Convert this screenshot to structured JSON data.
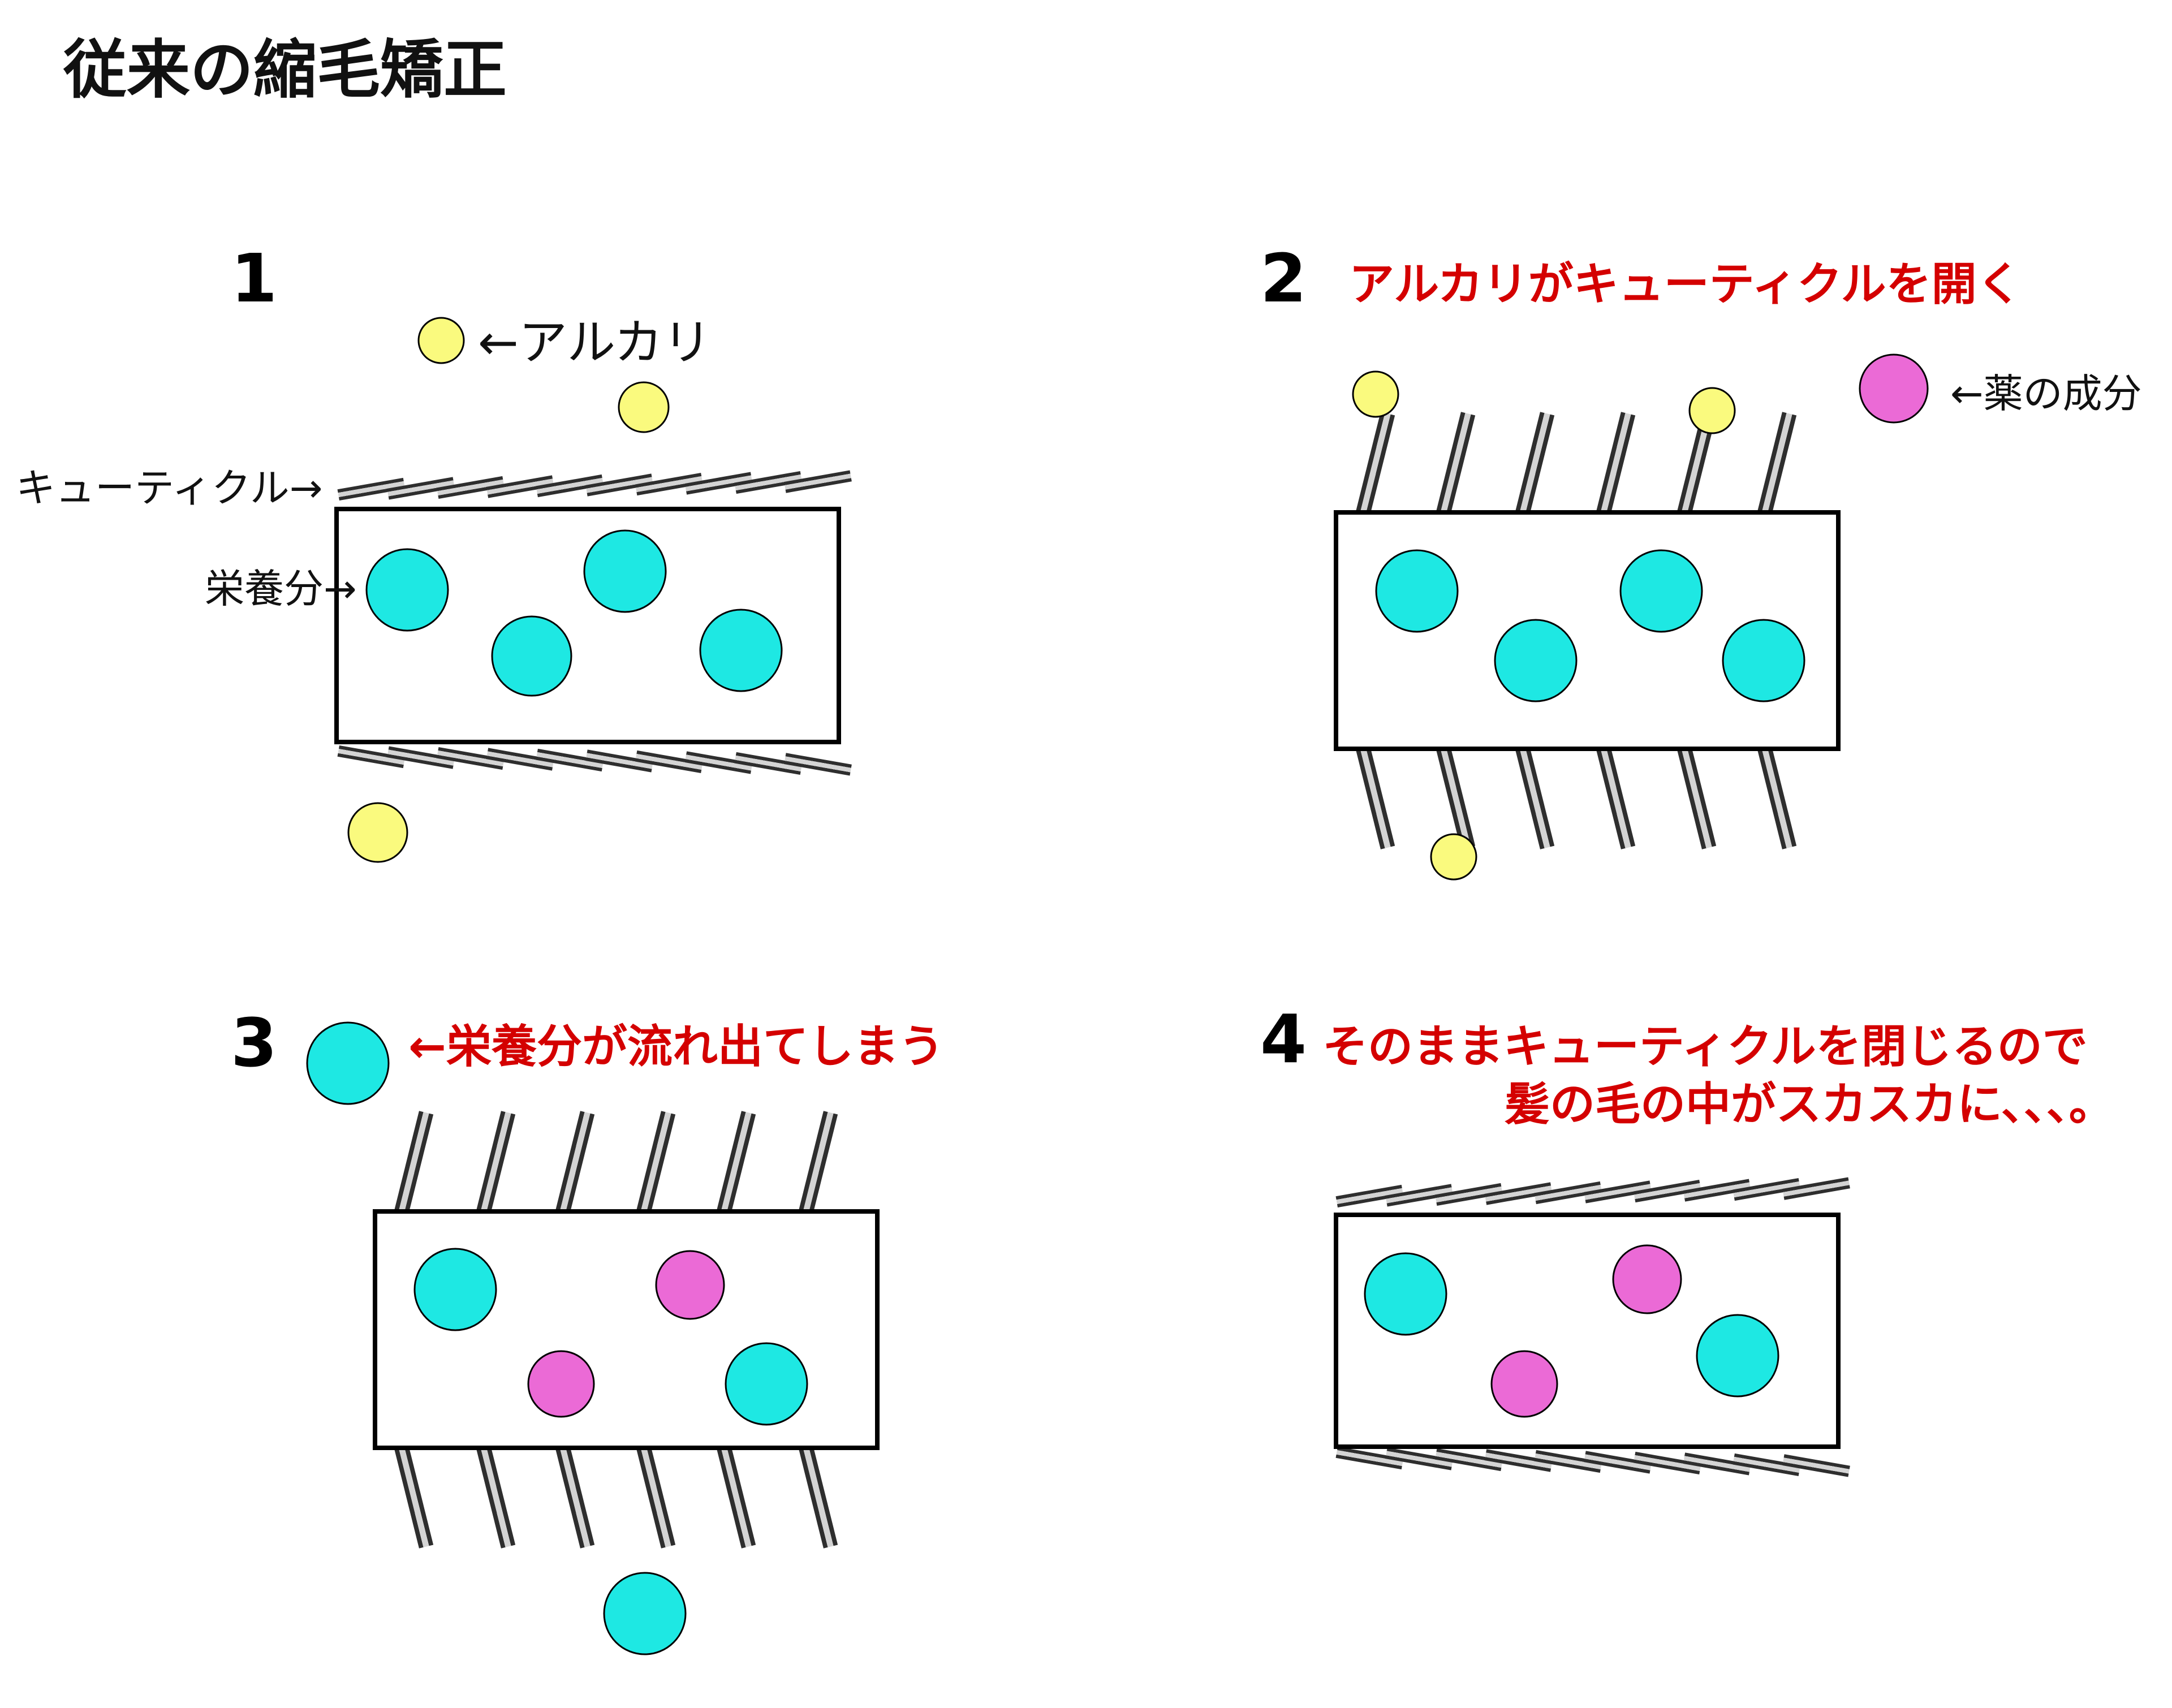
{
  "title": "従来の縮毛矯正",
  "colors": {
    "nutrient": "#1ee8e3",
    "alkali": "#fafa7e",
    "medicine": "#eb6ad6",
    "caption": "#d40000",
    "cuticle_dark": "#333333",
    "cuticle_light": "#d0d0d0"
  },
  "icons": {
    "nutrient": "cyan-circle-icon",
    "alkali": "yellow-circle-icon",
    "medicine": "magenta-circle-icon"
  },
  "panels": [
    {
      "number": "1",
      "cuticle_state": "closed",
      "labels": {
        "alkali": "←アルカリ",
        "cuticle": "キューティクル→",
        "nutrient": "栄養分→"
      }
    },
    {
      "number": "2",
      "cuticle_state": "open",
      "caption": "アルカリがキューティクルを開く",
      "labels": {
        "medicine": "←薬の成分"
      }
    },
    {
      "number": "3",
      "cuticle_state": "open",
      "caption": "←栄養分が流れ出てしまう"
    },
    {
      "number": "4",
      "cuticle_state": "closed",
      "caption_lines": [
        "そのままキューティクルを閉じるので",
        "髪の毛の中がスカスカに、、、。"
      ]
    }
  ]
}
